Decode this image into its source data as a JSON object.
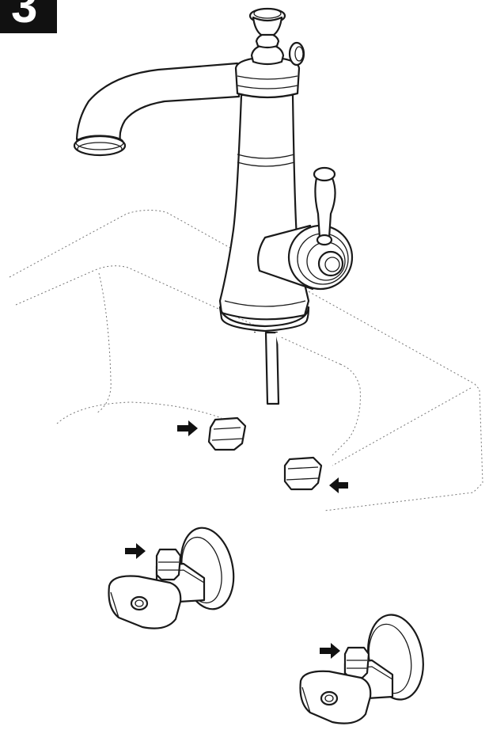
{
  "step": {
    "number": "3"
  },
  "colors": {
    "line": "#1a1a1a",
    "badge": "#111111",
    "sink_outline": "#777777",
    "background": "#ffffff"
  },
  "callouts": [
    {
      "id": "supply-tube-nut-left",
      "icon": "right-arrow-icon"
    },
    {
      "id": "supply-tube-nut-right",
      "icon": "left-arrow-icon"
    },
    {
      "id": "stop-valve-left",
      "icon": "right-arrow-icon"
    },
    {
      "id": "stop-valve-right",
      "icon": "right-arrow-icon"
    }
  ]
}
